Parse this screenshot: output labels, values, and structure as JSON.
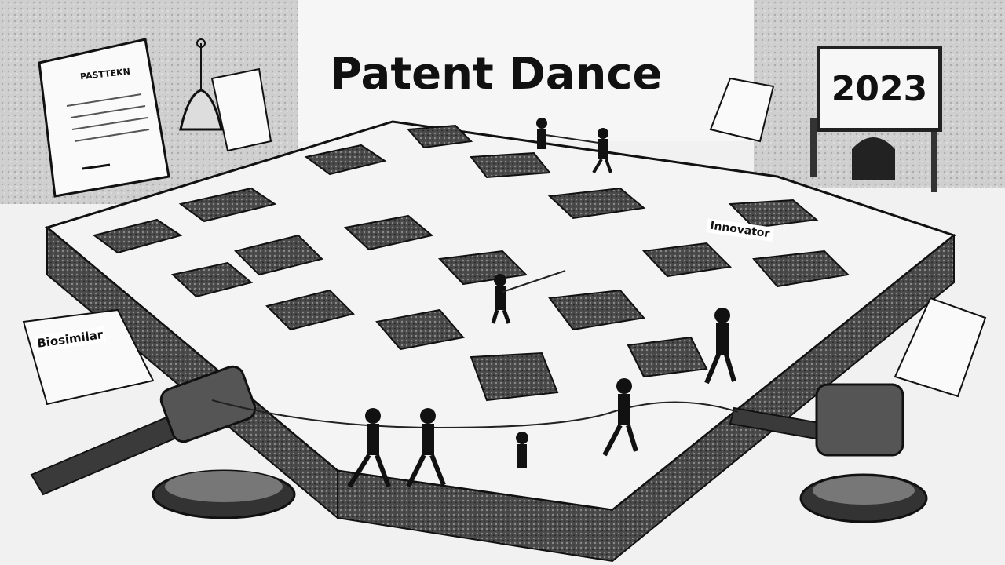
{
  "title": "Patent Dance",
  "year_sign": "2023",
  "labels": {
    "innovator": "Innovator",
    "biosimilar": "Biosimilar"
  },
  "document_heading": "PASTTEKN",
  "colors": {
    "background": "#f1f1f1",
    "maze_wall": "#3a3a3a",
    "maze_path": "#f5f5f5",
    "ink": "#111111"
  }
}
